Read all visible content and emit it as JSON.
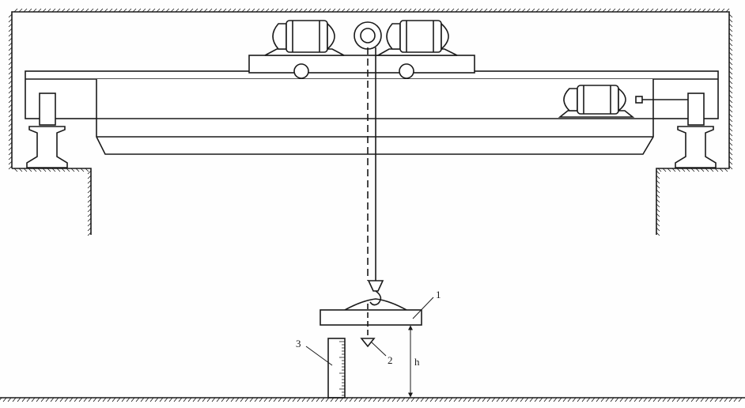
{
  "labels": {
    "plate": "1",
    "plumb_bob": "2",
    "ruler": "3",
    "height": "h"
  }
}
